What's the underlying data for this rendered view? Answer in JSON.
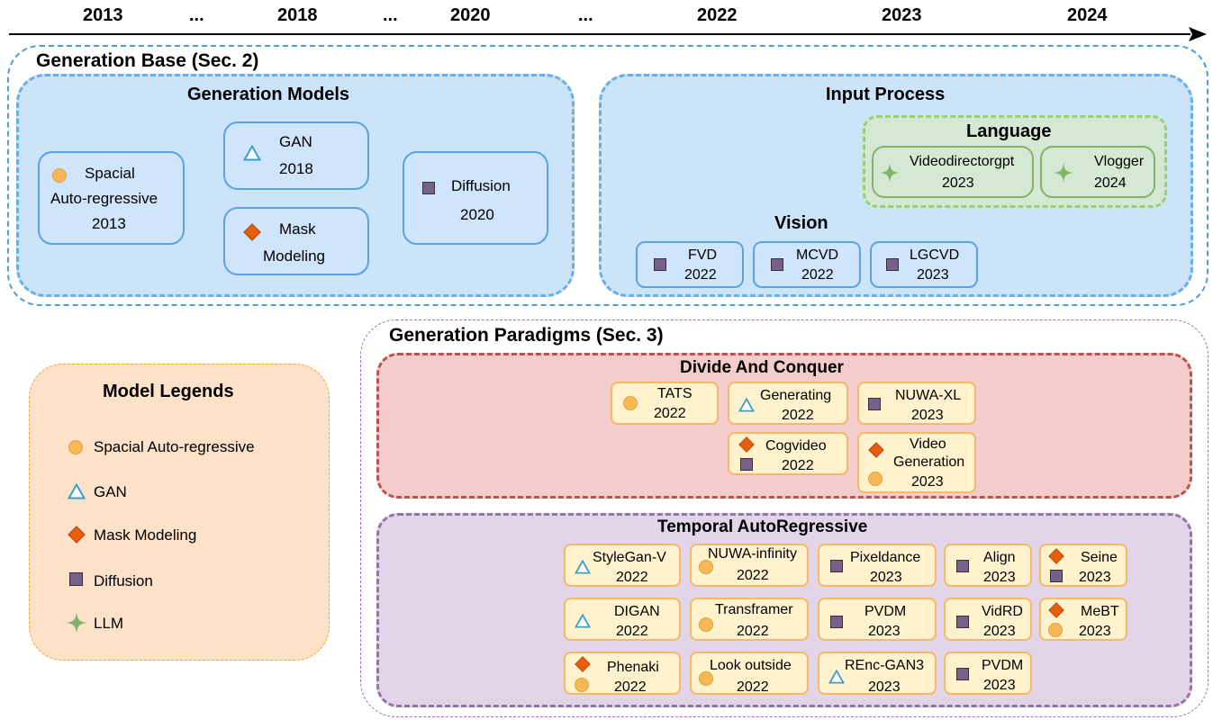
{
  "timeline": {
    "years": [
      "2013",
      "...",
      "2018",
      "...",
      "2020",
      "...",
      "2022",
      "2023",
      "2024"
    ]
  },
  "generation_base": {
    "title": "Generation Base (Sec. 2)",
    "models": {
      "title": "Generation Models",
      "cards": [
        {
          "name": "Spacial\nAuto-regressive",
          "year": "2013",
          "icon": "circle"
        },
        {
          "name": "GAN",
          "year": "2018",
          "icon": "triangle"
        },
        {
          "name": "Mask\nModeling",
          "year": "",
          "icon": "diamond"
        },
        {
          "name": "Diffusion",
          "year": "2020",
          "icon": "square"
        }
      ]
    },
    "input_process": {
      "title": "Input Process",
      "language": {
        "title": "Language",
        "cards": [
          {
            "name": "Videodirectorgpt",
            "year": "2023",
            "icon": "star"
          },
          {
            "name": "Vlogger",
            "year": "2024",
            "icon": "star"
          }
        ]
      },
      "vision": {
        "title": "Vision",
        "cards": [
          {
            "name": "FVD",
            "year": "2022",
            "icon": "square"
          },
          {
            "name": "MCVD",
            "year": "2022",
            "icon": "square"
          },
          {
            "name": "LGCVD",
            "year": "2023",
            "icon": "square"
          }
        ]
      }
    }
  },
  "legend": {
    "title": "Model Legends",
    "items": [
      {
        "label": "Spacial Auto-regressive",
        "icon": "circle"
      },
      {
        "label": "GAN",
        "icon": "triangle"
      },
      {
        "label": "Mask Modeling",
        "icon": "diamond"
      },
      {
        "label": "Diffusion",
        "icon": "square"
      },
      {
        "label": "LLM",
        "icon": "star"
      }
    ]
  },
  "paradigms": {
    "title": "Generation Paradigms (Sec. 3)",
    "divide": {
      "title": "Divide And Conquer",
      "cards": [
        {
          "name": "TATS",
          "year": "2022"
        },
        {
          "name": "Generating",
          "year": "2022"
        },
        {
          "name": "NUWA-XL",
          "year": "2023"
        },
        {
          "name": "Cogvideo",
          "year": "2022"
        },
        {
          "name": "Video\nGeneration",
          "year": "2023"
        }
      ]
    },
    "temporal": {
      "title": "Temporal AutoRegressive",
      "cards": [
        {
          "name": "StyleGan-V",
          "year": "2022"
        },
        {
          "name": "NUWA-infinity",
          "year": "2022"
        },
        {
          "name": "Pixeldance",
          "year": "2023"
        },
        {
          "name": "Align",
          "year": "2023"
        },
        {
          "name": "Seine",
          "year": "2023"
        },
        {
          "name": "DIGAN",
          "year": "2022"
        },
        {
          "name": "Transframer",
          "year": "2022"
        },
        {
          "name": "PVDM",
          "year": "2023"
        },
        {
          "name": "VidRD",
          "year": "2023"
        },
        {
          "name": "MeBT",
          "year": "2023"
        },
        {
          "name": "Phenaki",
          "year": "2022"
        },
        {
          "name": "Look outside",
          "year": "2022"
        },
        {
          "name": "REnc-GAN3",
          "year": "2023"
        },
        {
          "name": "PVDM",
          "year": "2023"
        }
      ]
    }
  },
  "colors": {
    "circle": "#f6b756",
    "triangle": "#3a9fc8",
    "diamond": "#e85d0c",
    "square": "#76608a",
    "star": "#82b366"
  }
}
